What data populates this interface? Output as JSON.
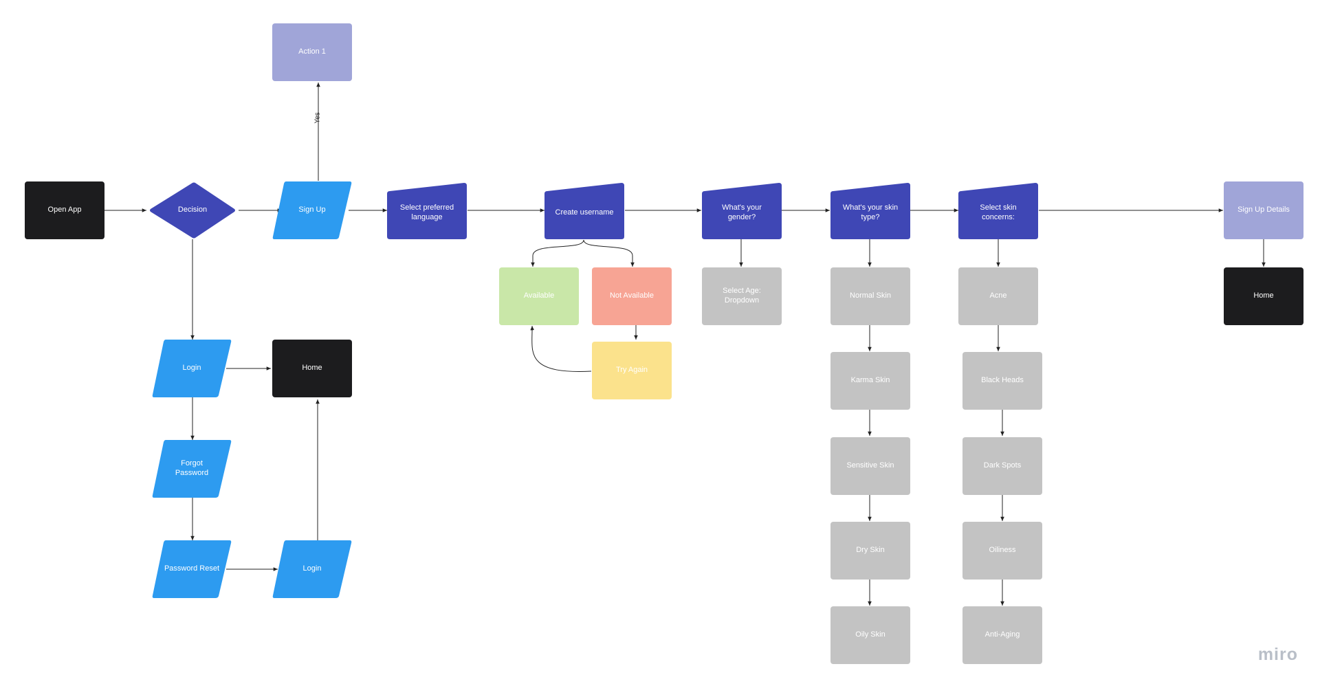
{
  "colors": {
    "blue": "#2d9bf0",
    "indigo": "#3f47b5",
    "black": "#1c1c1e",
    "lavender": "#a0a5d8",
    "gray": "#c3c3c3",
    "green": "#c9e7a8",
    "salmon": "#f7a494",
    "yellow": "#fbe28c",
    "edge": "#222222"
  },
  "nodes": {
    "open_app": "Open App",
    "decision": "Decision",
    "sign_up": "Sign Up",
    "action_1": "Action 1",
    "select_language": "Select preferred\nlanguage",
    "create_username": "Create username",
    "available": "Available",
    "not_available": "Not Available",
    "try_again": "Try Again",
    "gender": "What's your gender?",
    "select_age": "Select Age:\nDropdown",
    "skin_type": "What's your skin\ntype?",
    "normal_skin": "Normal Skin",
    "karma_skin": "Karma Skin",
    "sensitive_skin": "Sensitive Skin",
    "dry_skin": "Dry Skin",
    "oily_skin": "Oily Skin",
    "skin_concerns": "Select skin concerns:",
    "acne": "Acne",
    "black_heads": "Black Heads",
    "dark_spots": "Dark Spots",
    "oiliness": "Oiliness",
    "anti_aging": "Anti-Aging",
    "sign_up_details": "Sign Up Details",
    "home_right": "Home",
    "login": "Login",
    "home_login": "Home",
    "forgot_password": "Forgot\nPassword",
    "password_reset": "Password Reset",
    "login_after_reset": "Login"
  },
  "edge_labels": {
    "yes": "Yes"
  },
  "brand": "miro"
}
